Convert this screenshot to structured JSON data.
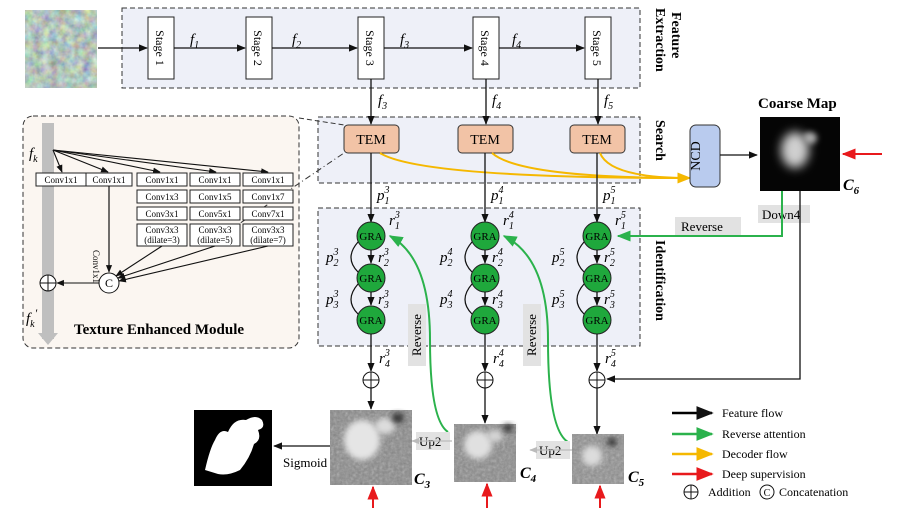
{
  "sections": {
    "feature": [
      "Feature",
      "Extraction"
    ],
    "search": "Search",
    "identification": "Identification"
  },
  "stages": [
    "Stage 1",
    "Stage 2",
    "Stage 3",
    "Stage 4",
    "Stage 5"
  ],
  "features": {
    "f1": {
      "base": "f",
      "sub": "1"
    },
    "f2": {
      "base": "f",
      "sub": "2"
    },
    "f3": {
      "base": "f",
      "sub": "3"
    },
    "f4": {
      "base": "f",
      "sub": "4"
    },
    "f5": {
      "base": "f",
      "sub": "5"
    }
  },
  "tem_label": "TEM",
  "ncd_label": "NCD",
  "gra_label": "GRA",
  "coarse_map": {
    "title": "Coarse Map",
    "c6": {
      "base": "C",
      "sub": "6"
    }
  },
  "reverse_label": "Reverse",
  "down_label": "Down4",
  "up_label": "Up2",
  "sigmoid_label": "Sigmoid",
  "maps": {
    "c3": {
      "base": "C",
      "sub": "3"
    },
    "c4": {
      "base": "C",
      "sub": "4"
    },
    "c5": {
      "base": "C",
      "sub": "5"
    }
  },
  "p1": [
    {
      "base": "p",
      "sub": "1",
      "sup": "3"
    },
    {
      "base": "p",
      "sub": "1",
      "sup": "4"
    },
    {
      "base": "p",
      "sub": "1",
      "sup": "5"
    }
  ],
  "p2": [
    {
      "base": "p",
      "sub": "2",
      "sup": "3"
    },
    {
      "base": "p",
      "sub": "2",
      "sup": "4"
    },
    {
      "base": "p",
      "sub": "2",
      "sup": "5"
    }
  ],
  "p3": [
    {
      "base": "p",
      "sub": "3",
      "sup": "3"
    },
    {
      "base": "p",
      "sub": "3",
      "sup": "4"
    },
    {
      "base": "p",
      "sub": "3",
      "sup": "5"
    }
  ],
  "r1": [
    {
      "base": "r",
      "sub": "1",
      "sup": "3"
    },
    {
      "base": "r",
      "sub": "1",
      "sup": "4"
    },
    {
      "base": "r",
      "sub": "1",
      "sup": "5"
    }
  ],
  "r2": [
    {
      "base": "r",
      "sub": "2",
      "sup": "3"
    },
    {
      "base": "r",
      "sub": "2",
      "sup": "4"
    },
    {
      "base": "r",
      "sub": "2",
      "sup": "5"
    }
  ],
  "r3": [
    {
      "base": "r",
      "sub": "3",
      "sup": "3"
    },
    {
      "base": "r",
      "sub": "3",
      "sup": "4"
    },
    {
      "base": "r",
      "sub": "3",
      "sup": "5"
    }
  ],
  "r4": [
    {
      "base": "r",
      "sub": "4",
      "sup": "3"
    },
    {
      "base": "r",
      "sub": "4",
      "sup": "4"
    },
    {
      "base": "r",
      "sub": "4",
      "sup": "5"
    }
  ],
  "tem_module": {
    "title": "Texture Enhanced Module",
    "fk": {
      "base": "f",
      "sub": "k"
    },
    "fk_prime": {
      "base": "f",
      "sub": "k",
      "prime": "′"
    },
    "conv_side": "Conv1x1",
    "concat": "C",
    "branches": [
      [
        "Conv1x1"
      ],
      [
        "Conv1x1"
      ],
      [
        "Conv1x1",
        "Conv1x3",
        "Conv3x1",
        "Conv3x3",
        "(dilate=3)"
      ],
      [
        "Conv1x1",
        "Conv1x5",
        "Conv5x1",
        "Conv3x3",
        "(dilate=5)"
      ],
      [
        "Conv1x1",
        "Conv1x7",
        "Conv7x1",
        "Conv3x3",
        "(dilate=7)"
      ]
    ]
  },
  "legend": {
    "items": [
      {
        "label": "Feature flow",
        "color": "#000000"
      },
      {
        "label": "Reverse attention",
        "color": "#2bb24c"
      },
      {
        "label": "Decoder flow",
        "color": "#f5b800"
      },
      {
        "label": "Deep supervision",
        "color": "#e8191c"
      }
    ],
    "addition": "Addition",
    "concat_symbol": "C",
    "concatenation": "Concatenation"
  },
  "colors": {
    "tem_fill": "#f2c3a6",
    "ncd_fill": "#b9cbee",
    "gra_fill": "#1fa83c",
    "panel_fill": "#eef0f8",
    "module_fill": "#fbf6f1",
    "green": "#2bb24c",
    "yellow": "#f5b800",
    "red": "#e8191c"
  }
}
